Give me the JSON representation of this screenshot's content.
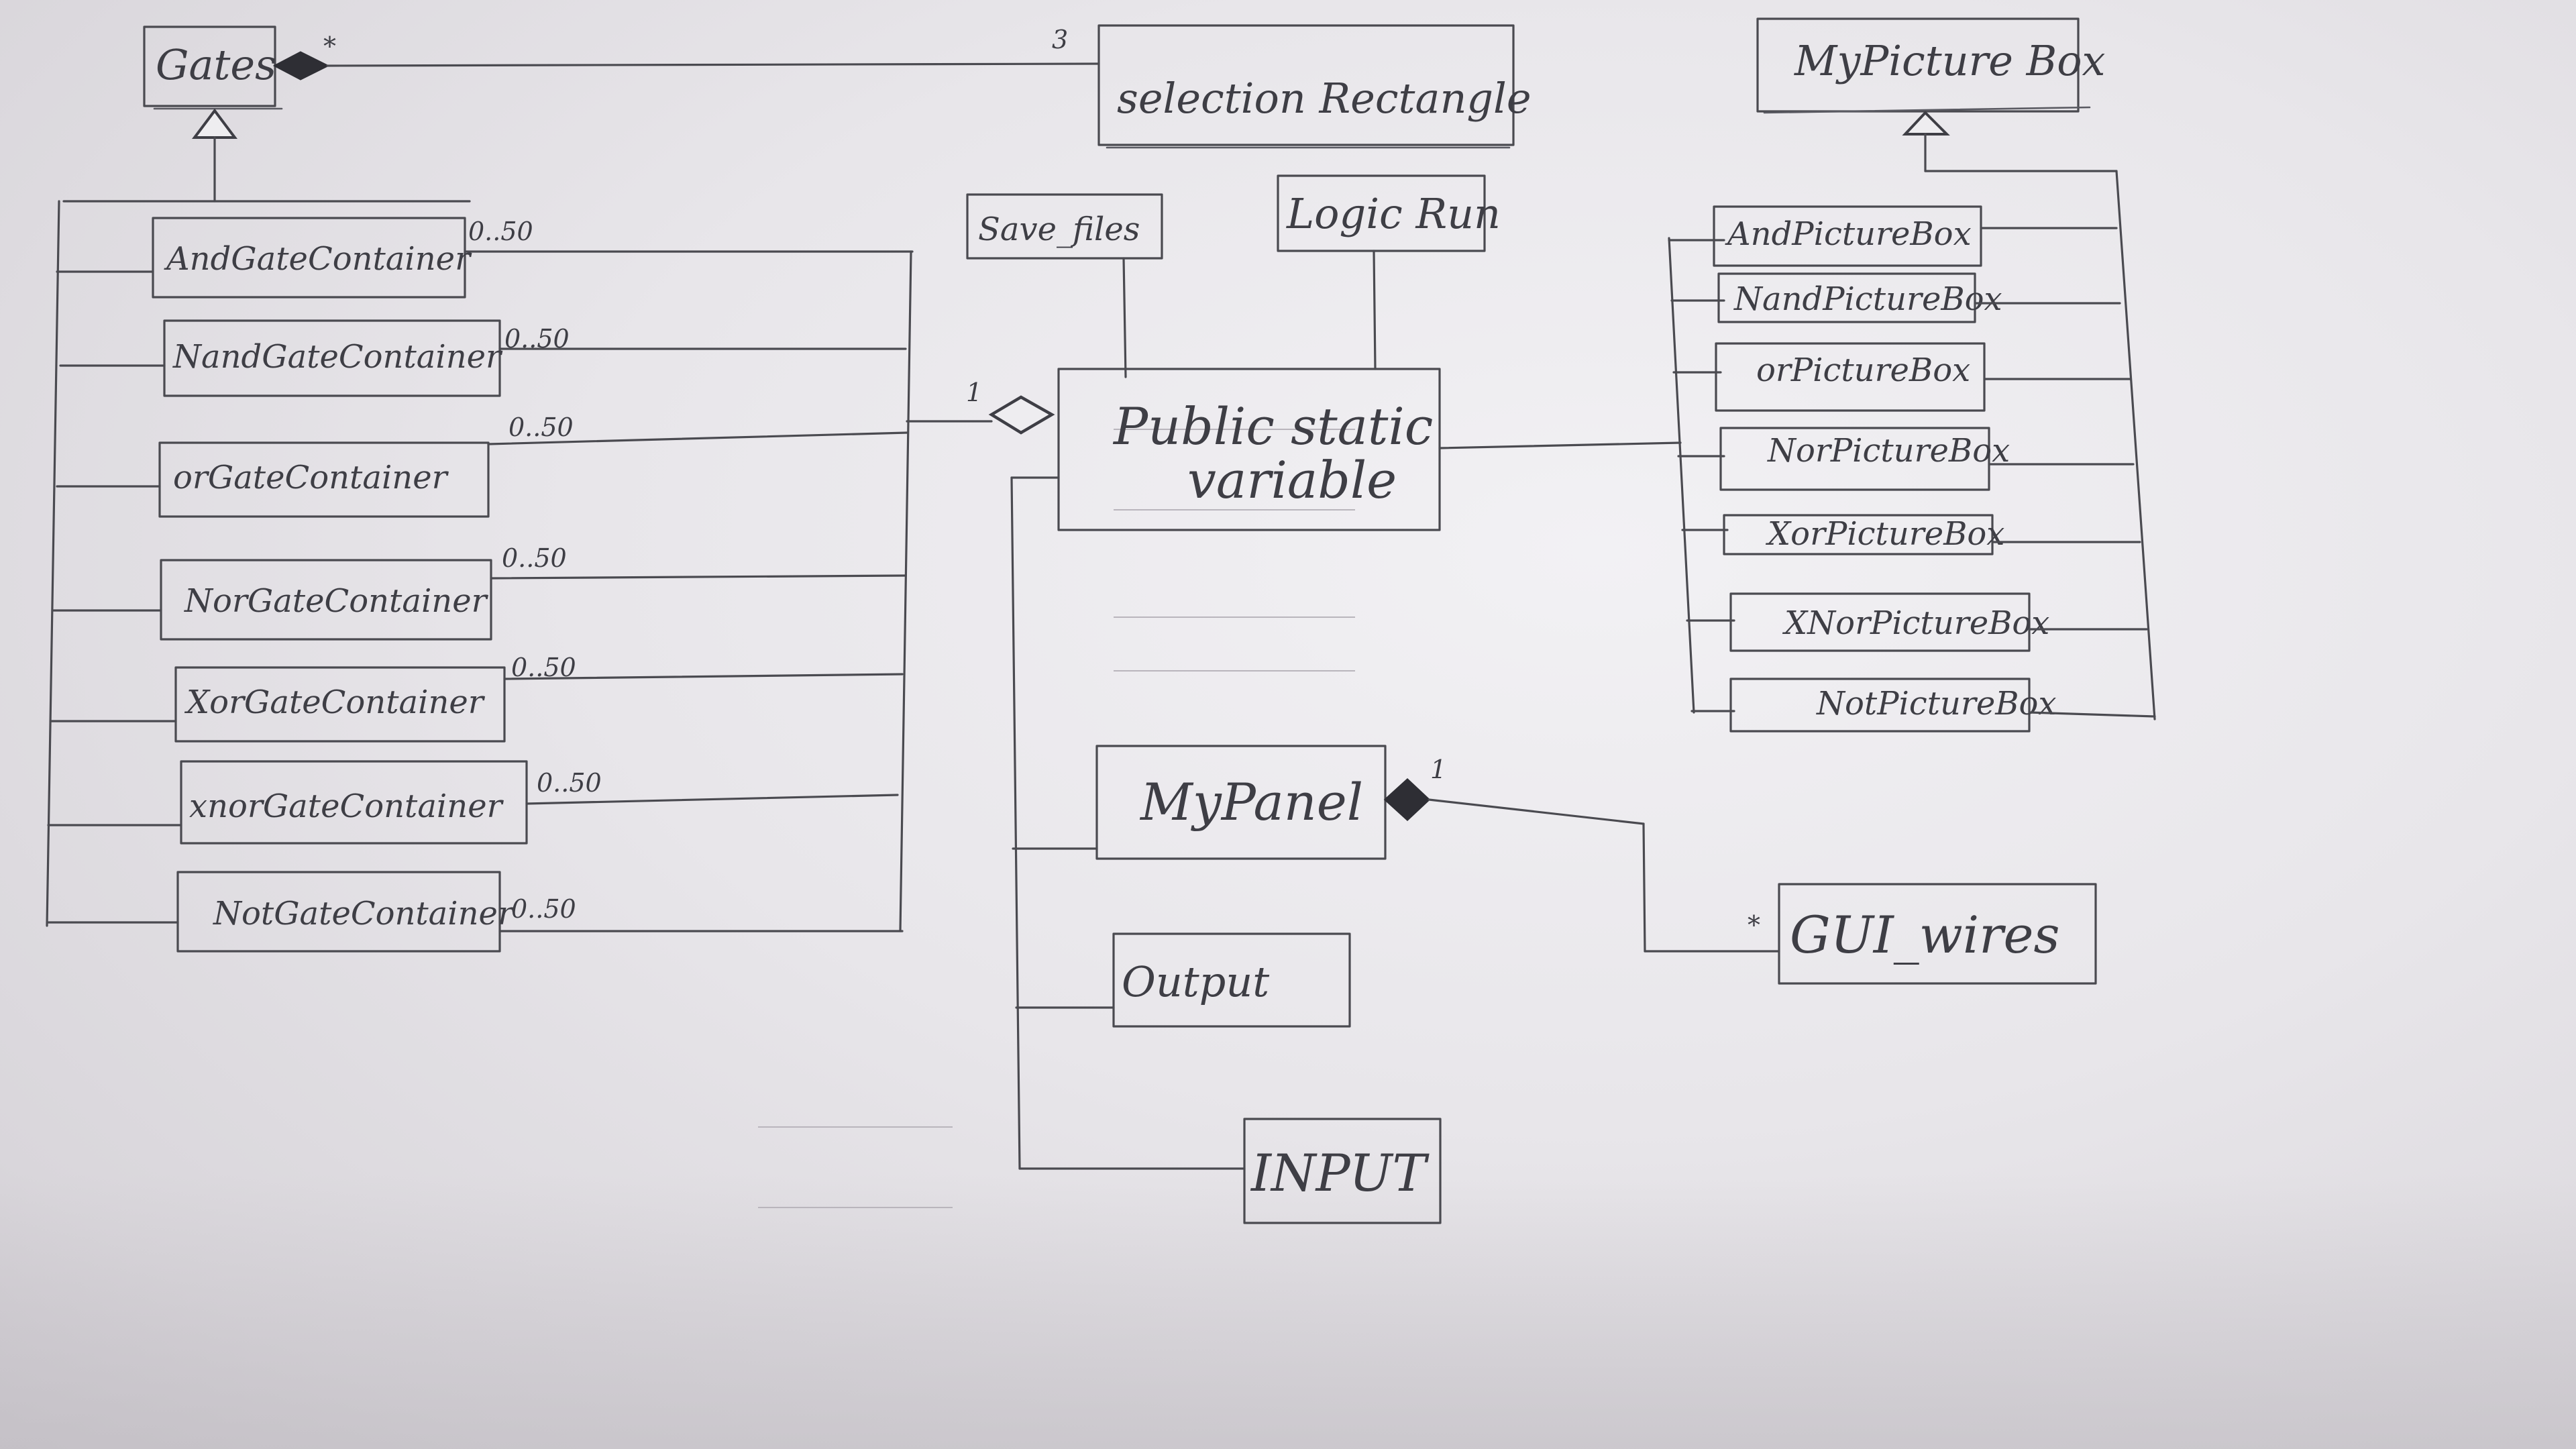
{
  "diagram": {
    "classes": {
      "gates": "Gates",
      "selection_rectangle": "selection Rectangle",
      "my_picture_box": "MyPicture Box",
      "and_gate_container": "AndGateContainer",
      "nand_gate_container": "NandGateContainer",
      "or_gate_container": "orGateContainer",
      "nor_gate_container": "NorGateContainer",
      "xor_gate_container": "XorGateContainer",
      "xnor_gate_container": "xnorGateContainer",
      "not_gate_container": "NotGateContainer",
      "save_files": "Save_files",
      "logic_run": "Logic Run",
      "public_static_variable_line1": "Public static",
      "public_static_variable_line2": "variable",
      "my_panel": "MyPanel",
      "output": "Output",
      "input": "INPUT",
      "gui_wires": "GUI_wires",
      "and_picture_box": "AndPictureBox",
      "nand_picture_box": "NandPictureBox",
      "or_picture_box": "orPictureBox",
      "nor_picture_box": "NorPictureBox",
      "xor_picture_box": "XorPictureBox",
      "xnor_picture_box": "XNorPictureBox",
      "not_picture_box": "NotPictureBox"
    },
    "multiplicities": {
      "gates_selection_star": "*",
      "gates_selection_three": "3",
      "container_range": "0..50",
      "public_static_one": "1",
      "my_panel_one": "1",
      "gui_wires_star": "*"
    },
    "colors": {
      "paper": "#e9e6ea",
      "pencil": "#4a4a50"
    }
  }
}
